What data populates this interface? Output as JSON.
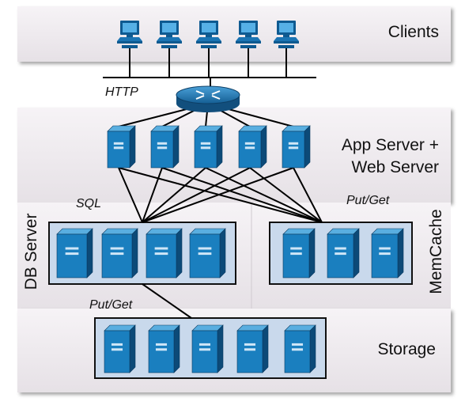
{
  "tiers": {
    "clients": "Clients",
    "app_line1": "App Server +",
    "app_line2": "Web Server",
    "db": "DB Server",
    "memcache": "MemCache",
    "storage": "Storage"
  },
  "links": {
    "http": "HTTP",
    "sql": "SQL",
    "putget_memcache": "Put/Get",
    "putget_storage": "Put/Get"
  },
  "counts": {
    "clients": 5,
    "app_servers": 5,
    "db_servers": 4,
    "memcache_servers": 3,
    "storage_servers": 5
  },
  "colors": {
    "server_front": "#1a7fbf",
    "server_side": "#0c4a78",
    "server_top": "#59aee0",
    "cluster_fill": "#c9d9ec",
    "panel_fill": "#ece8ec",
    "router": "#1f77b4"
  }
}
